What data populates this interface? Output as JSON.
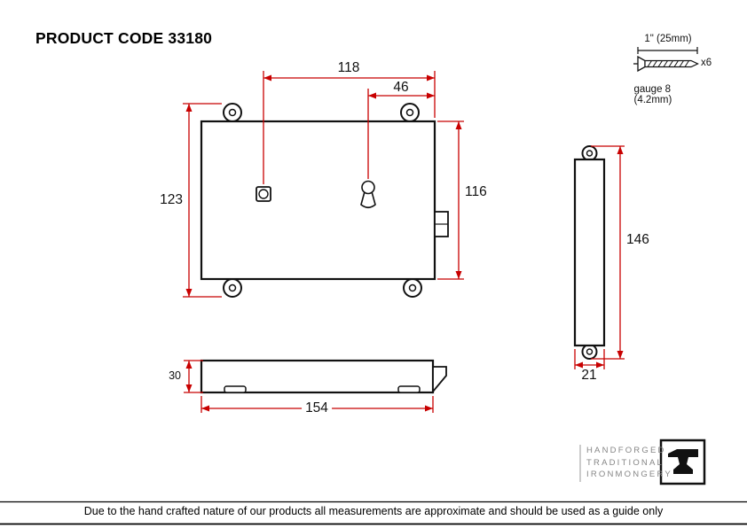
{
  "header": {
    "product_code": "PRODUCT CODE 33180"
  },
  "screw_detail": {
    "size": "1\" (25mm)",
    "quantity": "x6",
    "gauge": "gauge 8 (4.2mm)"
  },
  "dimensions": {
    "front_width": "118",
    "keyhole_offset": "46",
    "front_height_left": "123",
    "front_height_right": "116",
    "side_height": "146",
    "side_width": "21",
    "bottom_depth": "30",
    "bottom_width": "154"
  },
  "brand": {
    "line1": "HANDFORGED",
    "line2": "TRADITIONAL",
    "line3": "IRONMONGERY"
  },
  "footer": {
    "disclaimer": "Due to the hand crafted nature of our products all measurements are approximate and should be used as a guide only"
  },
  "colors": {
    "dimension_line": "#c80000",
    "outline": "#111111",
    "brand_text": "#868686"
  }
}
